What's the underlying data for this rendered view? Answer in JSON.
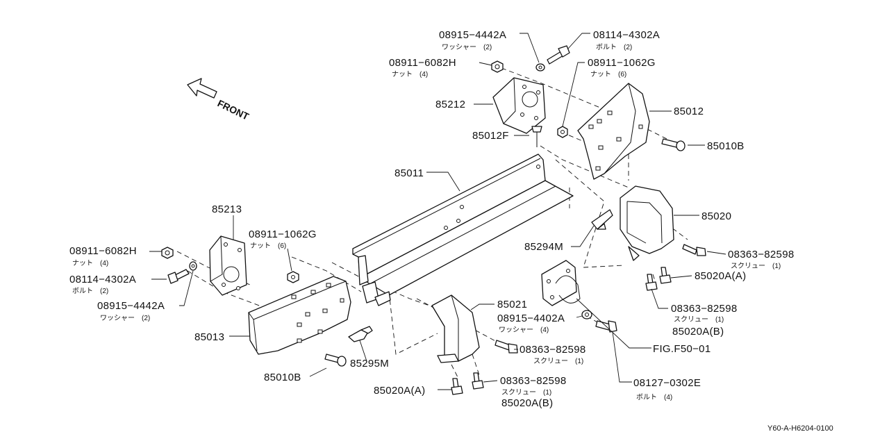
{
  "front_label": "FRONT",
  "footer_code": "Y60-A-H6204-0100",
  "callouts": {
    "w4442_top": {
      "part": "08915−4442A",
      "desc": "ワッシャー　(2)"
    },
    "b4302_top": {
      "part": "08114−4302A",
      "desc": "ボルト　(2)"
    },
    "n6082_top": {
      "part": "08911−6082H",
      "desc": "ナット　(4)"
    },
    "n1062_top": {
      "part": "08911−1062G",
      "desc": "ナット　(6)"
    },
    "p85212": {
      "part": "85212"
    },
    "p85012": {
      "part": "85012"
    },
    "p85012F": {
      "part": "85012F"
    },
    "p85010B_r": {
      "part": "85010B"
    },
    "p85011": {
      "part": "85011"
    },
    "p85020": {
      "part": "85020"
    },
    "p85213": {
      "part": "85213"
    },
    "n1062_left": {
      "part": "08911−1062G",
      "desc": "ナット　(6)"
    },
    "n6082_left": {
      "part": "08911−6082H",
      "desc": "ナット　(4)"
    },
    "b4302_left": {
      "part": "08114−4302A",
      "desc": "ボルト　(2)"
    },
    "w4442_left": {
      "part": "08915−4442A",
      "desc": "ワッシャー　(2)"
    },
    "p85294M": {
      "part": "85294M"
    },
    "s82598_r1": {
      "part": "08363−82598",
      "desc": "スクリュー　(1)"
    },
    "p85020A_A_r": {
      "part": "85020A(A)"
    },
    "s82598_r2": {
      "part": "08363−82598",
      "desc": "スクリュー　(1)",
      "sub2": "85020A(B)"
    },
    "p85021": {
      "part": "85021"
    },
    "w4402": {
      "part": "08915−4402A",
      "desc": "ワッシャー　(4)"
    },
    "fig": {
      "part": "FIG.F50−01"
    },
    "p85013": {
      "part": "85013"
    },
    "s82598_m": {
      "part": "08363−82598",
      "desc": "スクリュー　(1)"
    },
    "p85295M": {
      "part": "85295M"
    },
    "p85010B_l": {
      "part": "85010B"
    },
    "b0302": {
      "part": "08127−0302E",
      "desc": "ボルト　(4)"
    },
    "p85020A_A_b": {
      "part": "85020A(A)"
    },
    "s82598_b": {
      "part": "08363−82598",
      "desc": "スクリュー　(1)",
      "sub2": "85020A(B)"
    }
  }
}
